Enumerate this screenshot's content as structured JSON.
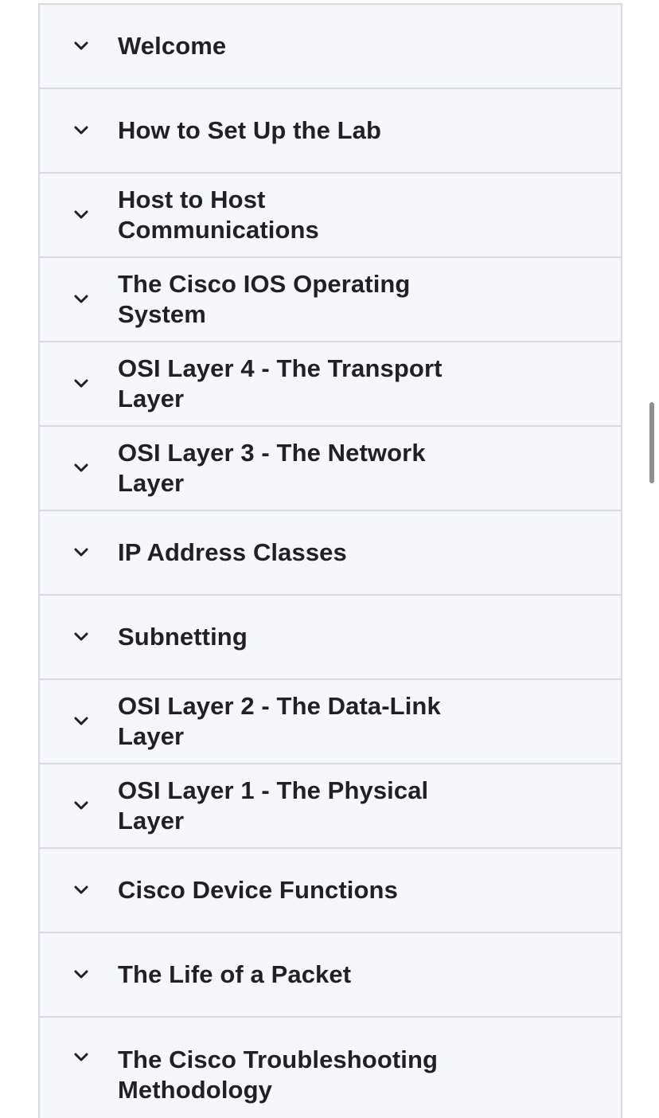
{
  "accordion": {
    "items": [
      {
        "label": "Welcome",
        "icon": "chevron-down-icon"
      },
      {
        "label": "How to Set Up the Lab",
        "icon": "chevron-down-icon"
      },
      {
        "label": "Host to Host Communications",
        "icon": "chevron-down-icon"
      },
      {
        "label": "The Cisco IOS Operating System",
        "icon": "chevron-down-icon"
      },
      {
        "label": "OSI Layer 4 - The Transport Layer",
        "icon": "chevron-down-icon"
      },
      {
        "label": "OSI Layer 3 - The Network Layer",
        "icon": "chevron-down-icon"
      },
      {
        "label": "IP Address Classes",
        "icon": "chevron-down-icon"
      },
      {
        "label": "Subnetting",
        "icon": "chevron-down-icon"
      },
      {
        "label": "OSI Layer 2 - The Data-Link Layer",
        "icon": "chevron-down-icon"
      },
      {
        "label": "OSI Layer 1 - The Physical Layer",
        "icon": "chevron-down-icon"
      },
      {
        "label": "Cisco Device Functions",
        "icon": "chevron-down-icon"
      },
      {
        "label": "The Life of a Packet",
        "icon": "chevron-down-icon"
      },
      {
        "label": "The Cisco Troubleshooting Methodology",
        "icon": "chevron-down-icon"
      }
    ]
  },
  "colors": {
    "panel_background": "#f4f7fb",
    "border": "#d5dbe3",
    "text": "#1f2124",
    "scrollbar": "#8e8e93"
  }
}
